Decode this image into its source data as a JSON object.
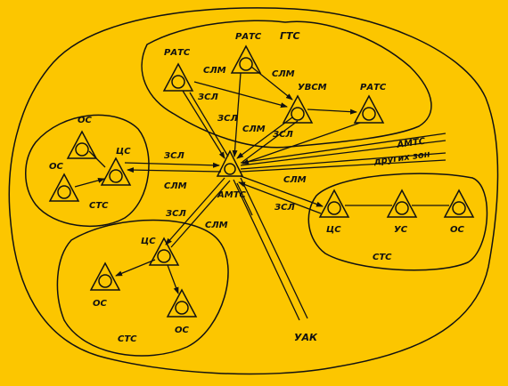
{
  "colors": {
    "background": "#fcc600",
    "ink": "#111111"
  },
  "zones": {
    "gts": "ГТС",
    "sts": "СТС",
    "other_zones_line1": "АМТС",
    "other_zones_line2": "других зон"
  },
  "stations": {
    "amts": "АМТС",
    "rats_left": "РАТС",
    "rats_top": "РАТС",
    "rats_right": "РАТС",
    "uvsm": "УВСМ",
    "cs_left": "ЦС",
    "os_left_top": "ОС",
    "os_left_bottom": "ОС",
    "cs_bottom": "ЦС",
    "os_bottom_left": "ОС",
    "os_bottom_right": "ОС",
    "cs_right": "ЦС",
    "us_right": "УС",
    "os_right": "ОС",
    "uak": "УАК"
  },
  "lines": {
    "slm": "СЛМ",
    "zsl": "ЗСЛ"
  }
}
